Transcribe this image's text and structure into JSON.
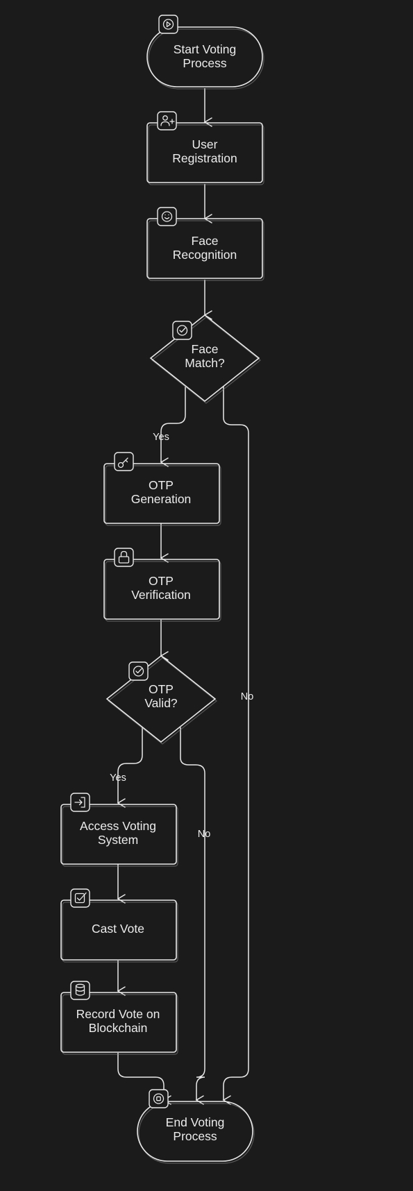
{
  "header": {
    "title": ""
  },
  "nodes": {
    "start": {
      "line1": "Start Voting",
      "line2": "Process",
      "icon": "play-circle-icon"
    },
    "registration": {
      "line1": "User",
      "line2": "Registration",
      "icon": "user-plus-icon"
    },
    "face_recognition": {
      "line1": "Face",
      "line2": "Recognition",
      "icon": "smile-icon"
    },
    "face_match": {
      "line1": "Face",
      "line2": "Match?",
      "icon": "check-circle-icon"
    },
    "otp_generation": {
      "line1": "OTP",
      "line2": "Generation",
      "icon": "key-icon"
    },
    "otp_verification": {
      "line1": "OTP",
      "line2": "Verification",
      "icon": "lock-icon"
    },
    "otp_valid": {
      "line1": "OTP",
      "line2": "Valid?",
      "icon": "check-circle-icon"
    },
    "access_system": {
      "line1": "Access Voting",
      "line2": "System",
      "icon": "log-in-icon"
    },
    "cast_vote": {
      "line1": "Cast Vote",
      "icon": "check-square-icon"
    },
    "record_vote": {
      "line1": "Record Vote on",
      "line2": "Blockchain",
      "icon": "database-icon"
    },
    "end": {
      "line1": "End Voting",
      "line2": "Process",
      "icon": "stop-circle-icon"
    }
  },
  "edges": {
    "face_yes": "Yes",
    "face_no": "No",
    "otp_yes": "Yes",
    "otp_no": "No"
  },
  "colors": {
    "background": "#1b1b1b",
    "stroke": "#e9e9e9",
    "text": "#ececec"
  }
}
